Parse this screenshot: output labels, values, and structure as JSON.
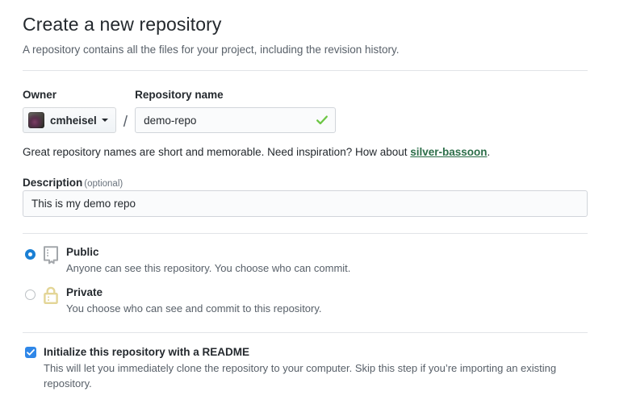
{
  "header": {
    "title": "Create a new repository",
    "subtitle": "A repository contains all the files for your project, including the revision history."
  },
  "owner": {
    "label": "Owner",
    "name": "cmheisel",
    "avatar_icon": "user-avatar",
    "caret_icon": "chevron-down-icon"
  },
  "separator": "/",
  "repository_name": {
    "label": "Repository name",
    "value": "demo-repo",
    "placeholder": "",
    "valid_icon": "green-check-icon"
  },
  "helper": {
    "prefix": "Great repository names are short and memorable. Need inspiration? How about ",
    "suggestion": "silver-bassoon",
    "suffix": "."
  },
  "description": {
    "label": "Description",
    "optional_label": "(optional)",
    "value": "This is my demo repo",
    "placeholder": ""
  },
  "visibility": {
    "options": [
      {
        "id": "public",
        "title": "Public",
        "description": "Anyone can see this repository. You choose who can commit.",
        "icon": "repo-book-icon",
        "selected": true
      },
      {
        "id": "private",
        "title": "Private",
        "description": "You choose who can see and commit to this repository.",
        "icon": "lock-icon",
        "selected": false
      }
    ]
  },
  "readme": {
    "checked": true,
    "title": "Initialize this repository with a README",
    "description": "This will let you immediately clone the repository to your computer. Skip this step if you’re importing an existing repository.",
    "check_icon": "checkmark-icon"
  },
  "colors": {
    "accent_blue": "#2f87e8",
    "radio_blue": "#1a7fd4",
    "success_green": "#6cc644",
    "suggestion_green": "#2c6e49",
    "lock_yellow": "#e3d596",
    "repo_icon_gray": "#a3a7ab",
    "border": "#d1d5da",
    "divider": "#e1e4e8",
    "muted_text": "#586069"
  }
}
